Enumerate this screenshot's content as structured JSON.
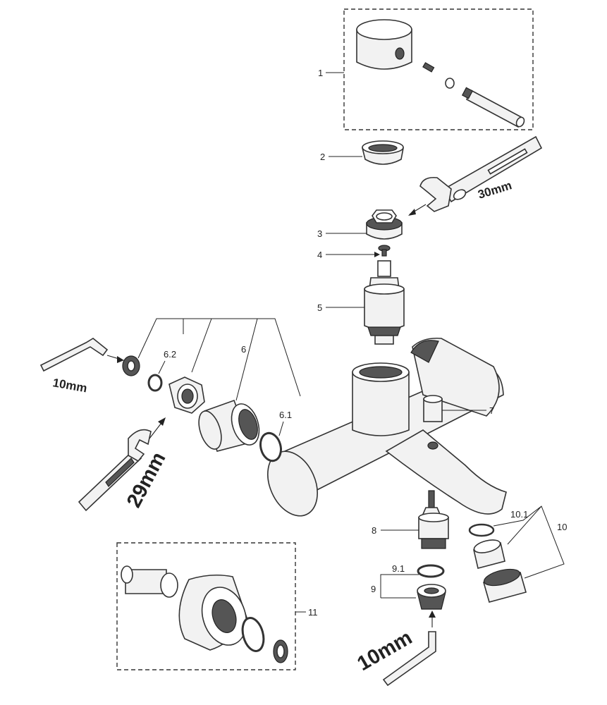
{
  "callouts": {
    "p1": "1",
    "p2": "2",
    "p3": "3",
    "p4": "4",
    "p5": "5",
    "p6": "6",
    "p6_1": "6.1",
    "p6_2": "6.2",
    "p7": "7",
    "p8": "8",
    "p9": "9",
    "p9_1": "9.1",
    "p10": "10",
    "p10_1": "10.1",
    "p11": "11"
  },
  "tools": {
    "wrench_top": "30mm",
    "hex_key_left": "10mm",
    "wrench_left": "29mm",
    "hex_key_bottom": "10mm"
  },
  "colors": {
    "line": "#333333",
    "part_fill": "#f2f2f2",
    "background": "#ffffff"
  }
}
